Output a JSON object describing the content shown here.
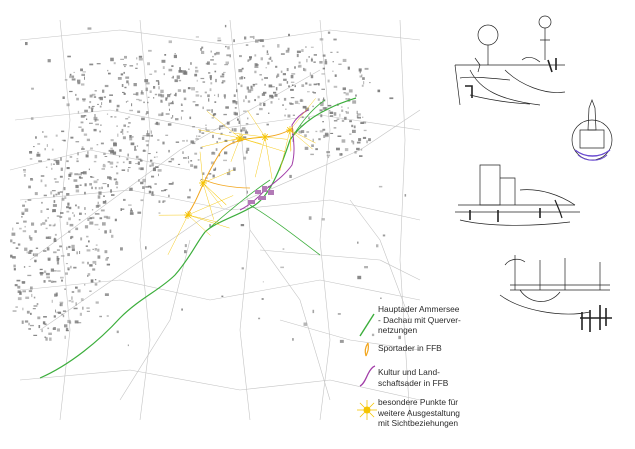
{
  "legend": {
    "items": [
      {
        "key": "green",
        "text": "Hauptader Ammersee\n-  Dachau mit Querver-\nnetzungen",
        "color": "#3cae3c"
      },
      {
        "key": "orange",
        "text": "Sportader in FFB",
        "color": "#f2a51c"
      },
      {
        "key": "purple",
        "text": "Kultur und Land-\nschaftsader in FFB",
        "color": "#a23ea8"
      },
      {
        "key": "star",
        "text": "besondere Punkte für\nweitere Ausgestaltung\nmit Sichtbeziehungen",
        "color": "#f5c400"
      }
    ]
  },
  "map": {
    "background": "#ffffff",
    "block_color": "#7a7a7a",
    "road_color": "#bdbdbd"
  }
}
